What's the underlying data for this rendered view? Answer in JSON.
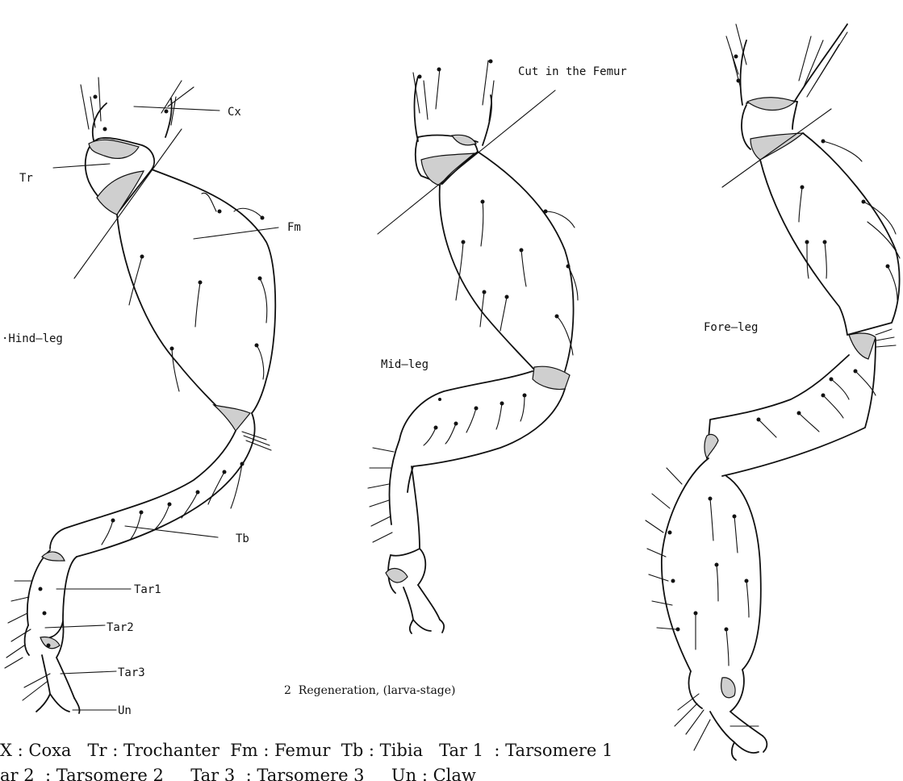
{
  "figure": {
    "labels": {
      "cx": "Cx",
      "tr": "Tr",
      "fm": "Fm",
      "tb": "Tb",
      "tar1": "Tar1",
      "tar2": "Tar2",
      "tar3": "Tar3",
      "un": "Un",
      "cut": "Cut in the Femur"
    },
    "leg_titles": {
      "hind": "·Hind—leg",
      "mid": "Mid—leg",
      "fore": "Fore—leg"
    },
    "caption": "2  Regeneration, (larva-stage)",
    "legend": {
      "line1": "X : Coxa   Tr : Trochanter  Fm : Femur  Tb : Tibia   Tar 1  : Tarsomere 1",
      "line2": "ar 2  : Tarsomere 2     Tar 3  : Tarsomere 3     Un : Claw"
    }
  }
}
